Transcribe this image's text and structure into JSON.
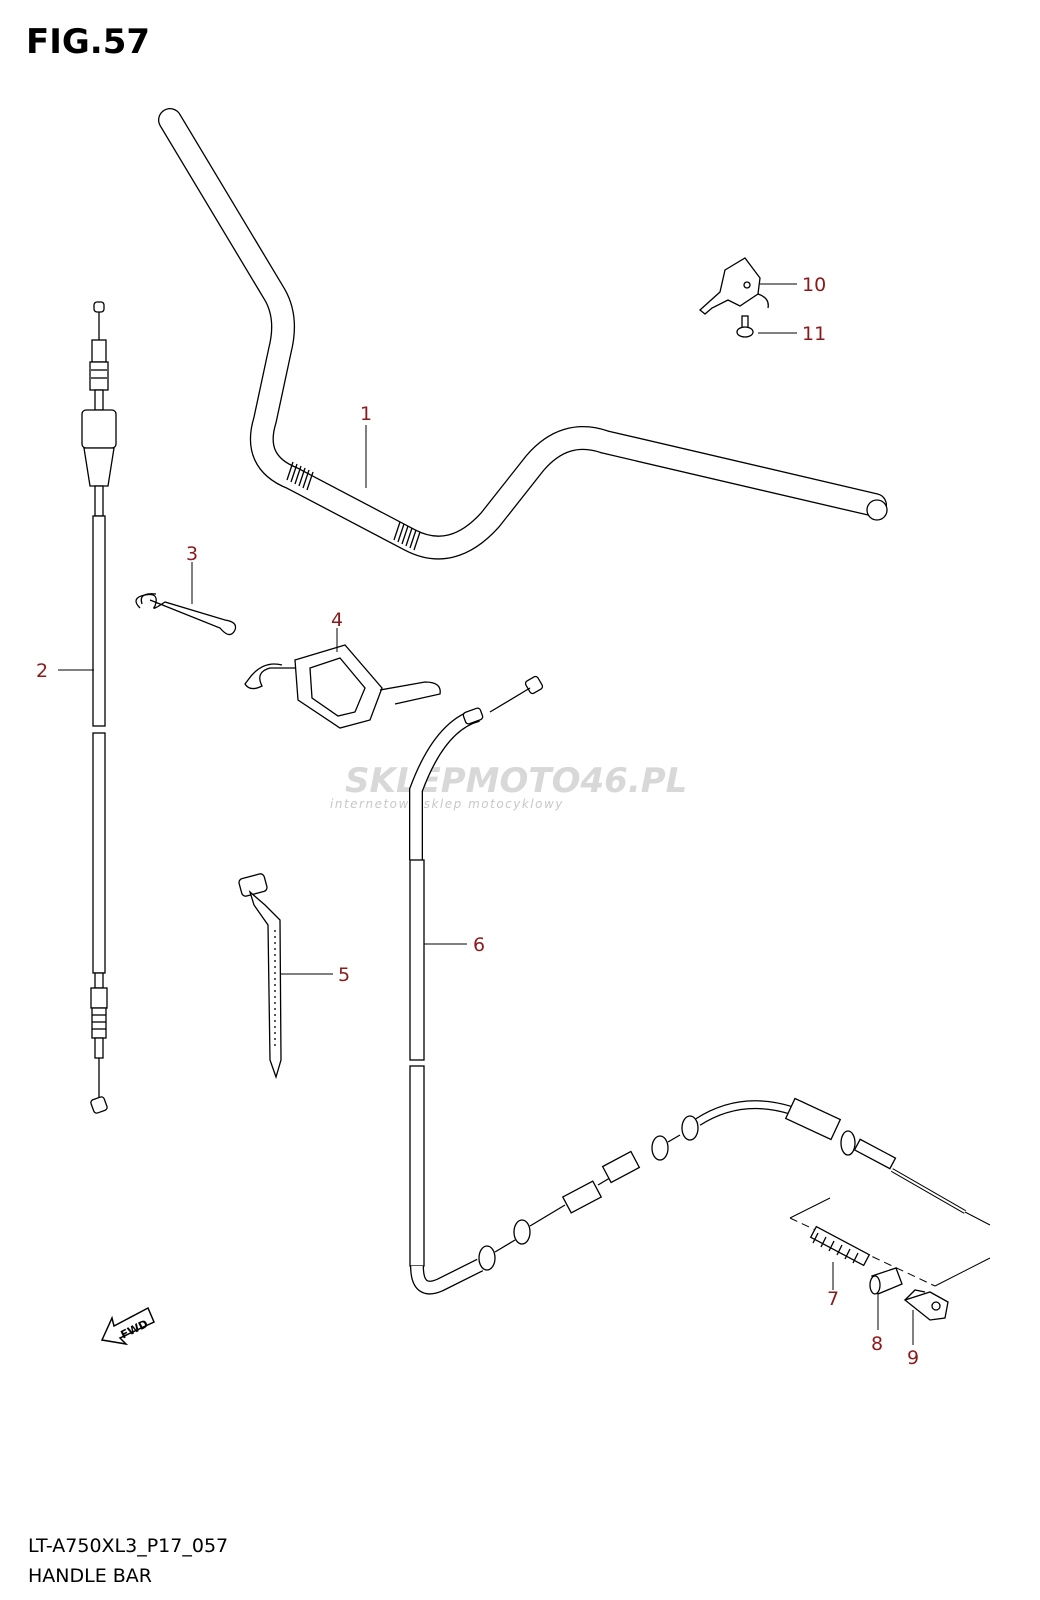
{
  "figure": {
    "title": "FIG.57",
    "model_code": "LT-A750XL3_P17_057",
    "section_name": "HANDLE BAR"
  },
  "callouts": [
    "1",
    "2",
    "3",
    "4",
    "5",
    "6",
    "7",
    "8",
    "9",
    "10",
    "11"
  ],
  "watermark": {
    "brand_part1": "SKLEPMOTO",
    "brand_part2": "46",
    "brand_part3": ".PL",
    "tagline": "internetowy sklep motocyklowy"
  },
  "direction_arrow": {
    "label": "FWD",
    "icon": "fwd-arrow-icon"
  },
  "colors": {
    "callout": "#8b1a1a",
    "line": "#000000",
    "watermark": "#d0d0d0"
  }
}
